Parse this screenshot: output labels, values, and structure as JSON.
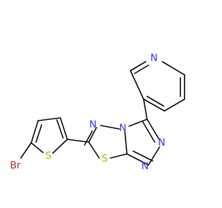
{
  "molecule": {
    "atoms": {
      "n_pyridine": {
        "symbol": "N",
        "color": "#3333ff"
      },
      "n_thiadiazole_imine": {
        "symbol": "N",
        "color": "#3333ff"
      },
      "n_bridgehead": {
        "symbol": "N",
        "color": "#3333ff"
      },
      "n_triazole_2": {
        "symbol": "N",
        "color": "#3333ff"
      },
      "n_triazole_1": {
        "symbol": "N",
        "color": "#3333ff"
      },
      "s_thiadiazole": {
        "symbol": "S",
        "color": "#b3b300"
      },
      "s_thiophene": {
        "symbol": "S",
        "color": "#b3b300"
      },
      "br": {
        "symbol": "Br",
        "color": "#a62929"
      }
    }
  }
}
